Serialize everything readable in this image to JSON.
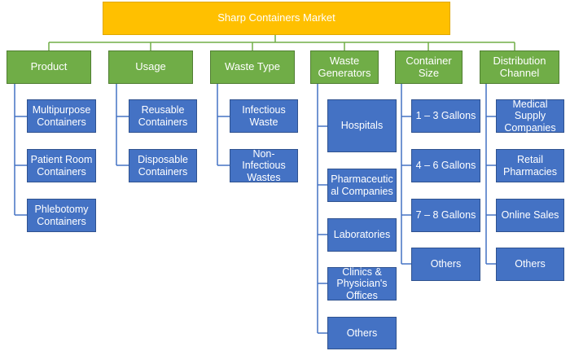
{
  "title": "Sharp Containers Market",
  "colors": {
    "root": "#ffc000",
    "category": "#70ad47",
    "leaf": "#4472c4",
    "connector": "#70ad47"
  },
  "categories": [
    {
      "label": "Product",
      "items": [
        "Multipurpose Containers",
        "Patient Room Containers",
        "Phlebotomy Containers"
      ]
    },
    {
      "label": "Usage",
      "items": [
        "Reusable Containers",
        "Disposable Containers"
      ]
    },
    {
      "label": "Waste Type",
      "items": [
        "Infectious Waste",
        "Non-Infectious Wastes"
      ]
    },
    {
      "label": "Waste Generators",
      "items": [
        "Hospitals",
        "Pharmaceutical Companies",
        "Laboratories",
        "Clinics & Physician's Offices",
        "Others"
      ]
    },
    {
      "label": "Container Size",
      "items": [
        "1 – 3 Gallons",
        "4 – 6 Gallons",
        "7 – 8 Gallons",
        "Others"
      ]
    },
    {
      "label": "Distribution Channel",
      "items": [
        "Medical Supply Companies",
        "Retail Pharmacies",
        "Online Sales",
        "Others"
      ]
    }
  ]
}
